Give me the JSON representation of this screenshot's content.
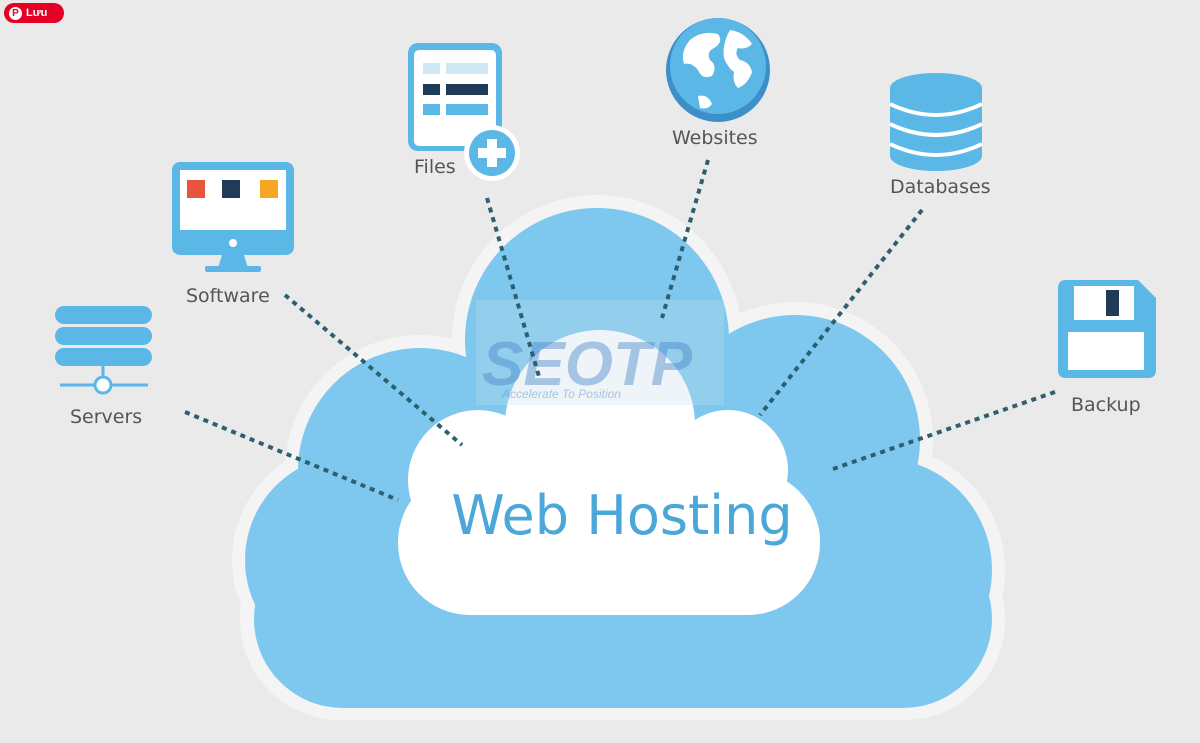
{
  "pin_button": {
    "label": "Lưu",
    "icon": "pinterest-icon"
  },
  "main_title": "Web Hosting",
  "watermark": {
    "brand": "SEOTP",
    "tagline": "Accelerate To Position"
  },
  "nodes": {
    "servers": {
      "label": "Servers",
      "icon": "server-stack-icon"
    },
    "software": {
      "label": "Software",
      "icon": "monitor-icon"
    },
    "files": {
      "label": "Files",
      "icon": "file-add-icon"
    },
    "websites": {
      "label": "Websites",
      "icon": "globe-icon"
    },
    "databases": {
      "label": "Databases",
      "icon": "database-icon"
    },
    "backup": {
      "label": "Backup",
      "icon": "floppy-disk-icon"
    }
  },
  "colors": {
    "background": "#eaeaea",
    "cloud_outer": "#7ec8ef",
    "cloud_inner": "#ffffff",
    "icon_blue": "#5bb8e6",
    "dark_navy": "#1f3b57",
    "title": "#4aa7d8",
    "connector": "#2c5f6f"
  }
}
